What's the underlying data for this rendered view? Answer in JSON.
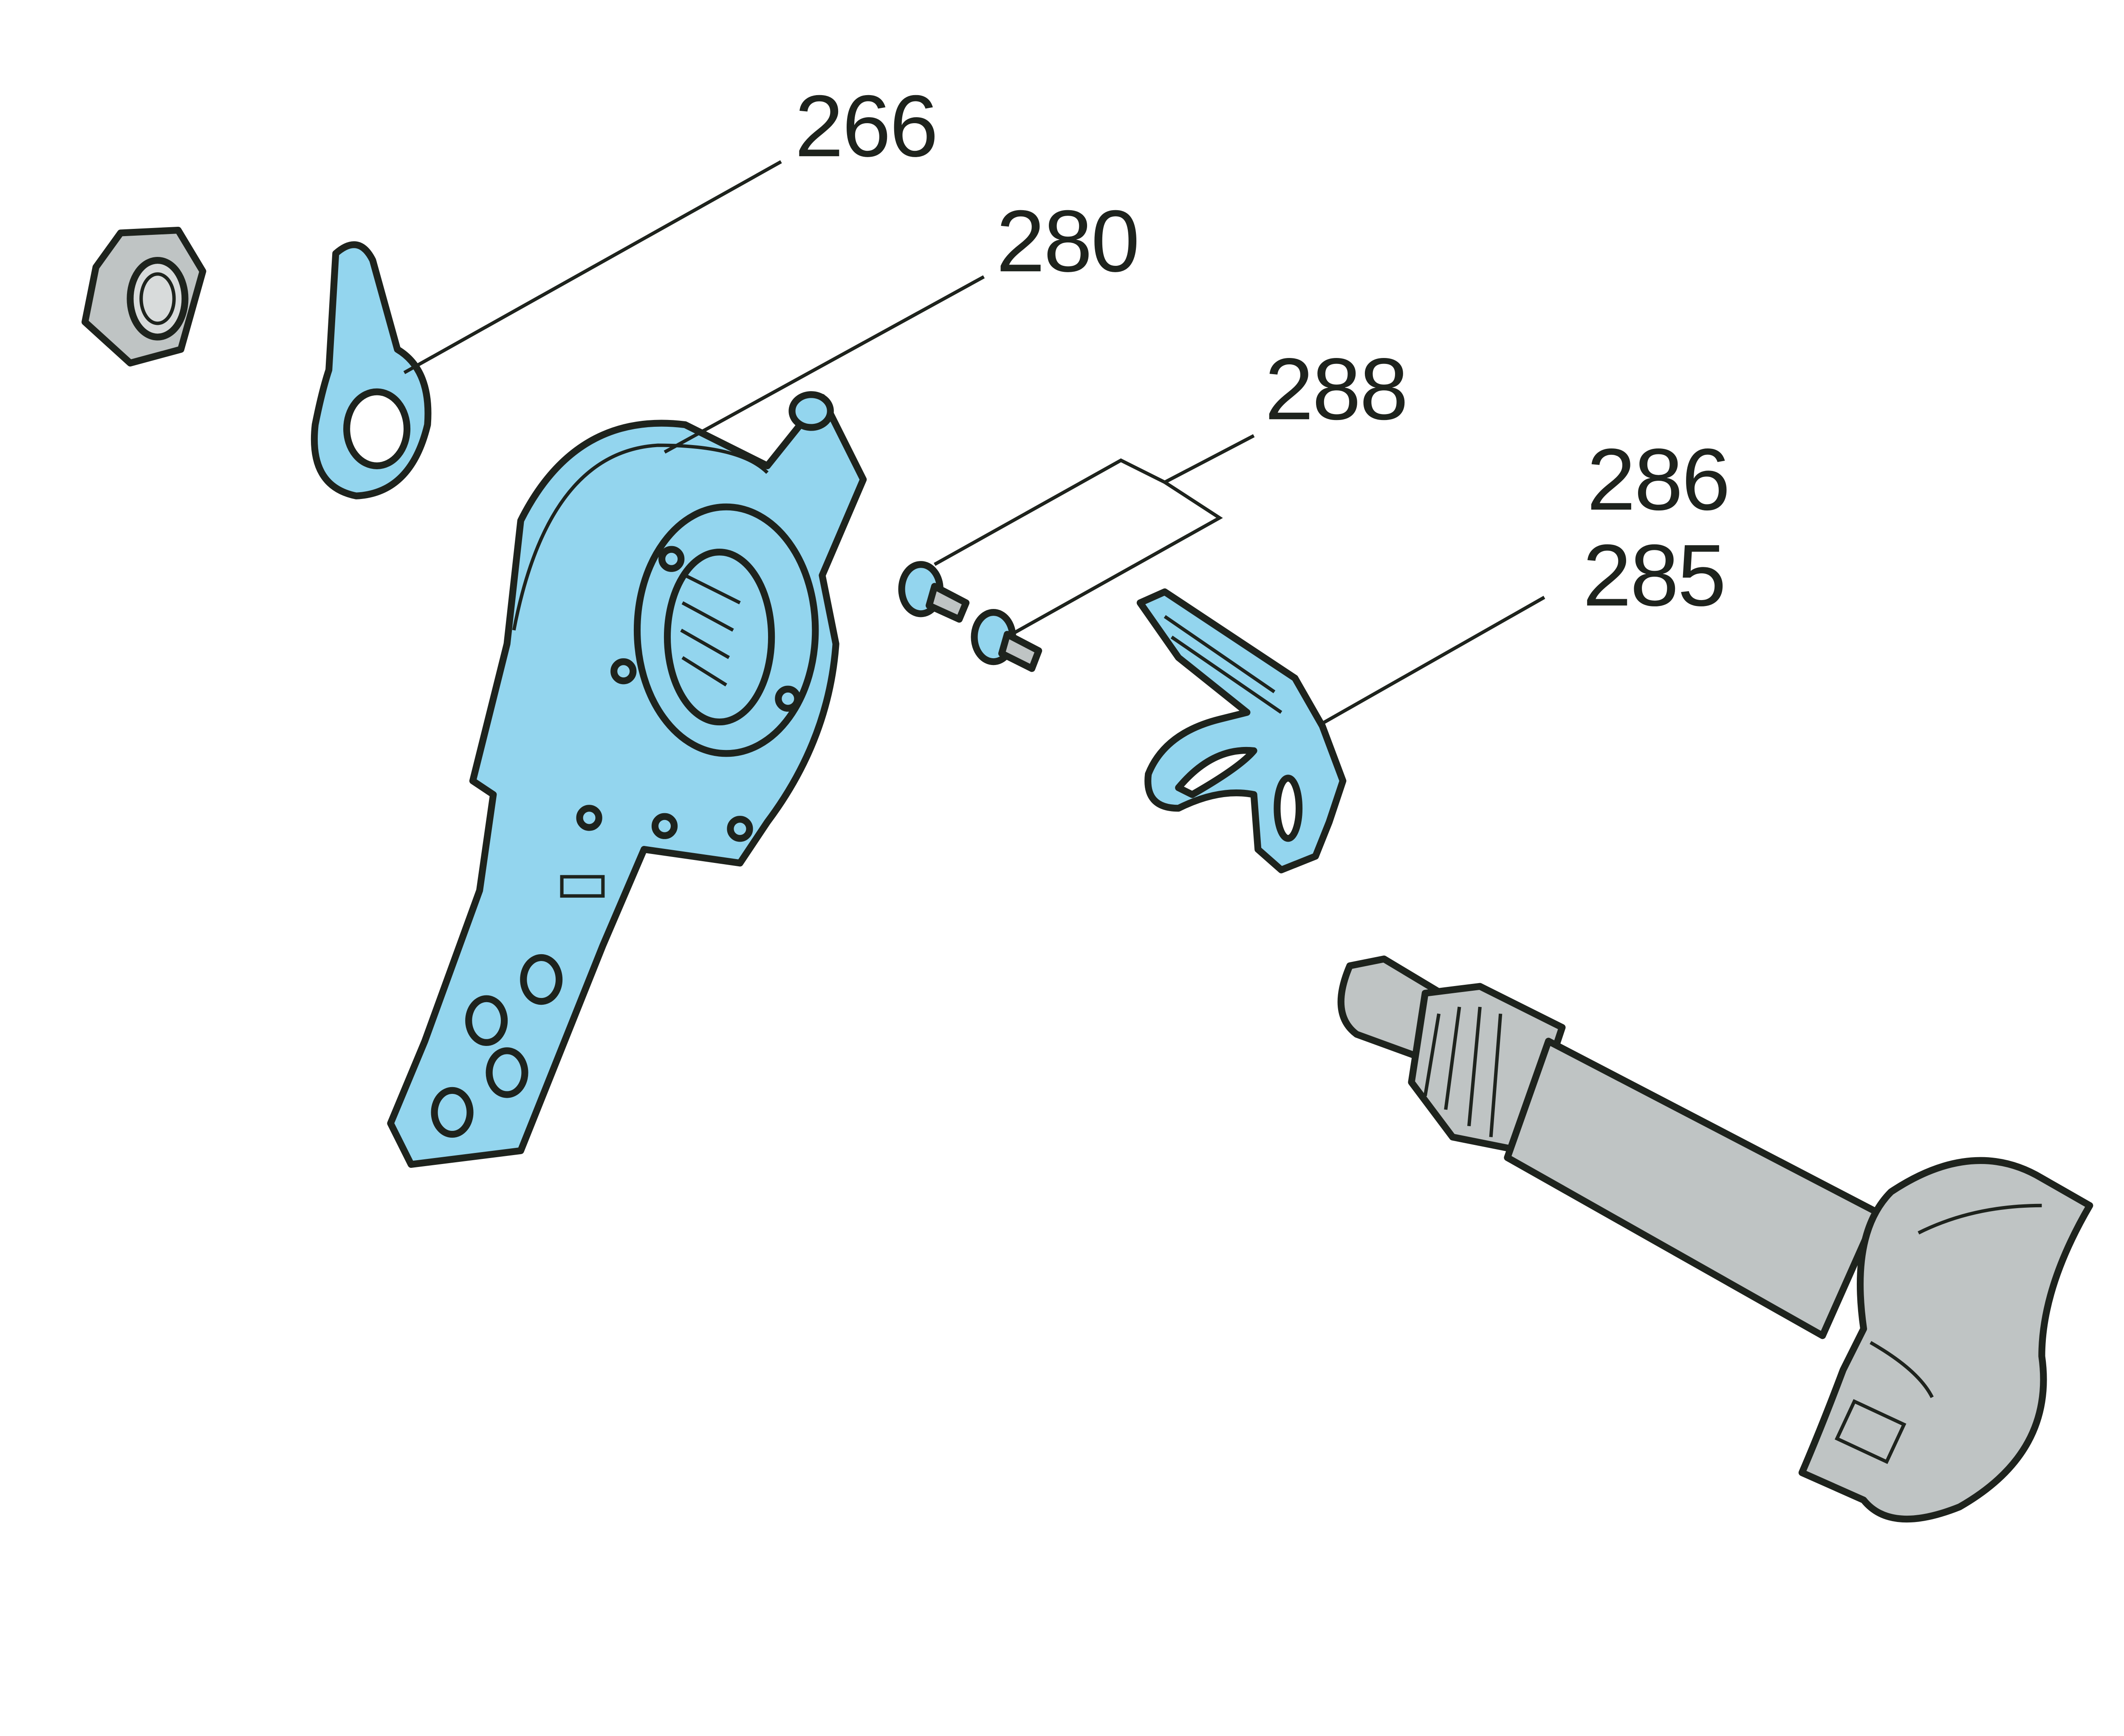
{
  "diagram": {
    "type": "exploded parts diagram",
    "colors": {
      "part_highlight": "#93d5ee",
      "part_other": "#bfc4c4",
      "outline": "#1e231d",
      "background": "#ffffff"
    },
    "labels": [
      {
        "id": "266",
        "text": "266"
      },
      {
        "id": "280",
        "text": "280"
      },
      {
        "id": "288",
        "text": "288"
      },
      {
        "id": "286",
        "text": "286"
      },
      {
        "id": "285",
        "text": "285"
      }
    ]
  }
}
